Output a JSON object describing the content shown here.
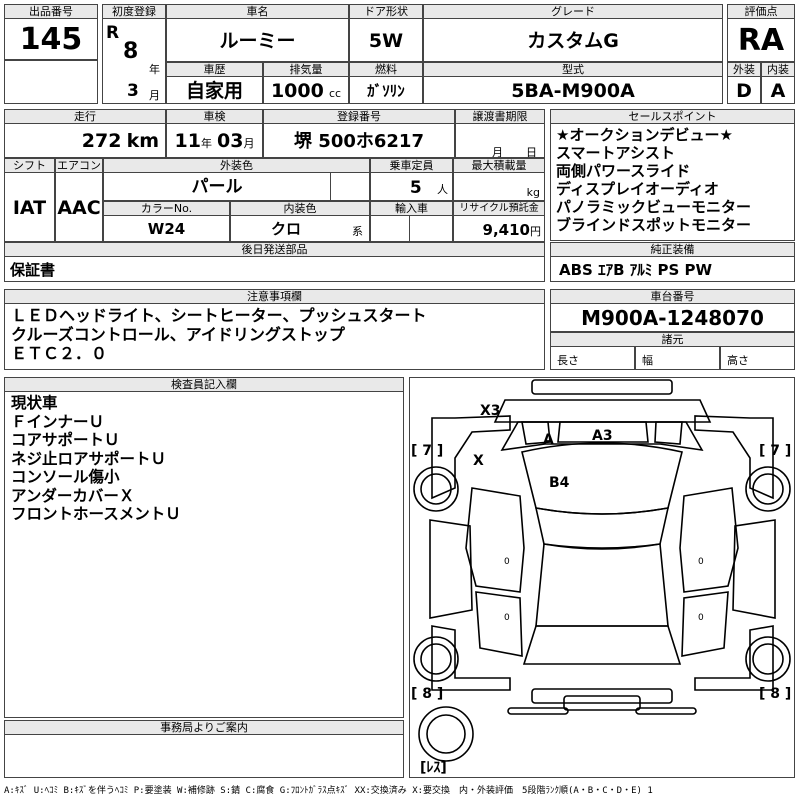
{
  "header": {
    "lot_label": "出品番号",
    "lot_no": "145",
    "first_reg_label": "初度登録",
    "era": "R",
    "reg_year": "8",
    "year_unit": "年",
    "reg_month": "3",
    "month_unit": "月",
    "model_name_label": "車名",
    "model_name": "ルーミー",
    "door_label": "ドア形状",
    "door": "5W",
    "grade_label": "グレード",
    "grade": "カスタムG",
    "score_label": "評価点",
    "score": "RA",
    "history_label": "車歴",
    "history": "自家用",
    "displacement_label": "排気量",
    "displacement": "1000",
    "cc_unit": "cc",
    "fuel_label": "燃料",
    "fuel": "ｶﾞｿﾘﾝ",
    "model_code_label": "型式",
    "model_code": "5BA-M900A",
    "exterior_label": "外装",
    "exterior": "D",
    "interior_label": "内装",
    "interior": "A"
  },
  "row2": {
    "mileage_label": "走行",
    "mileage": "272",
    "km_unit": "km",
    "inspection_label": "車検",
    "insp_year": "11",
    "insp_year_unit": "年",
    "insp_month": "03",
    "insp_month_unit": "月",
    "plate_label": "登録番号",
    "plate": "堺 500ホ6217",
    "deadline_label": "譲渡書期限",
    "deadline_month_unit": "月",
    "deadline_day_unit": "日"
  },
  "row3": {
    "shift_label": "シフト",
    "shift": "IAT",
    "ac_label": "エアコン",
    "ac": "AAC",
    "color_label": "外装色",
    "color": "パール",
    "capacity_label": "乗車定員",
    "capacity": "5",
    "capacity_unit": "人",
    "load_label": "最大積載量",
    "load_unit": "kg",
    "color_no_label": "カラーNo.",
    "color_no": "W24",
    "interior_color_label": "内装色",
    "interior_color": "クロ",
    "interior_color_unit": "系",
    "import_label": "輸入車",
    "recycle_label": "リサイクル預託金",
    "recycle": "9,410",
    "recycle_unit": "円"
  },
  "later": {
    "label": "後日発送部品",
    "value": "保証書"
  },
  "selling_points": {
    "label": "セールスポイント",
    "text": "★オークションデビュー★\nスマートアシスト\n両側パワースライド\nディスプレイオーディオ\nパノラミックビューモニター\nブラインドスポットモニター"
  },
  "equipment": {
    "label": "純正装備",
    "value": "ABS ｴｱB ｱﾙﾐ PS PW"
  },
  "notes": {
    "label": "注意事項欄",
    "text": "ＬＥＤヘッドライト、シートヒーター、プッシュスタート\nクルーズコントロール、アイドリングストップ\nＥＴＣ２．０"
  },
  "chassis": {
    "label": "車台番号",
    "value": "M900A-1248070"
  },
  "dims": {
    "label": "諸元",
    "length": "長さ",
    "width": "幅",
    "height": "高さ"
  },
  "inspector": {
    "label": "検査員記入欄",
    "text": "現状車\nＦインナーＵ\nコアサポートＵ\nネジ止ロアサポートＵ\nコンソール傷小\nアンダーカバーＸ\nフロントホースメントＵ"
  },
  "office": {
    "label": "事務局よりご案内"
  },
  "diagram": {
    "tire_fl": "[ 7 ]",
    "tire_fr": "[ 7 ]",
    "tire_rl": "[ 8 ]",
    "tire_rr": "[ 8 ]",
    "spare": "[ﾚｽ]",
    "marks": [
      "X3",
      "A",
      "A3",
      "X",
      "B4"
    ]
  },
  "legend": "A:ｷｽﾞ U:ﾍｺﾐ B:ｷｽﾞを伴うﾍｺﾐ P:要塗装 W:補修跡 S:錆 C:腐食 G:ﾌﾛﾝﾄｶﾞﾗｽ点ｷｽﾞ XX:交換済み X:要交換　内・外装評価　5段階ﾗﾝｸ順(A・B・C・D・E) 1"
}
